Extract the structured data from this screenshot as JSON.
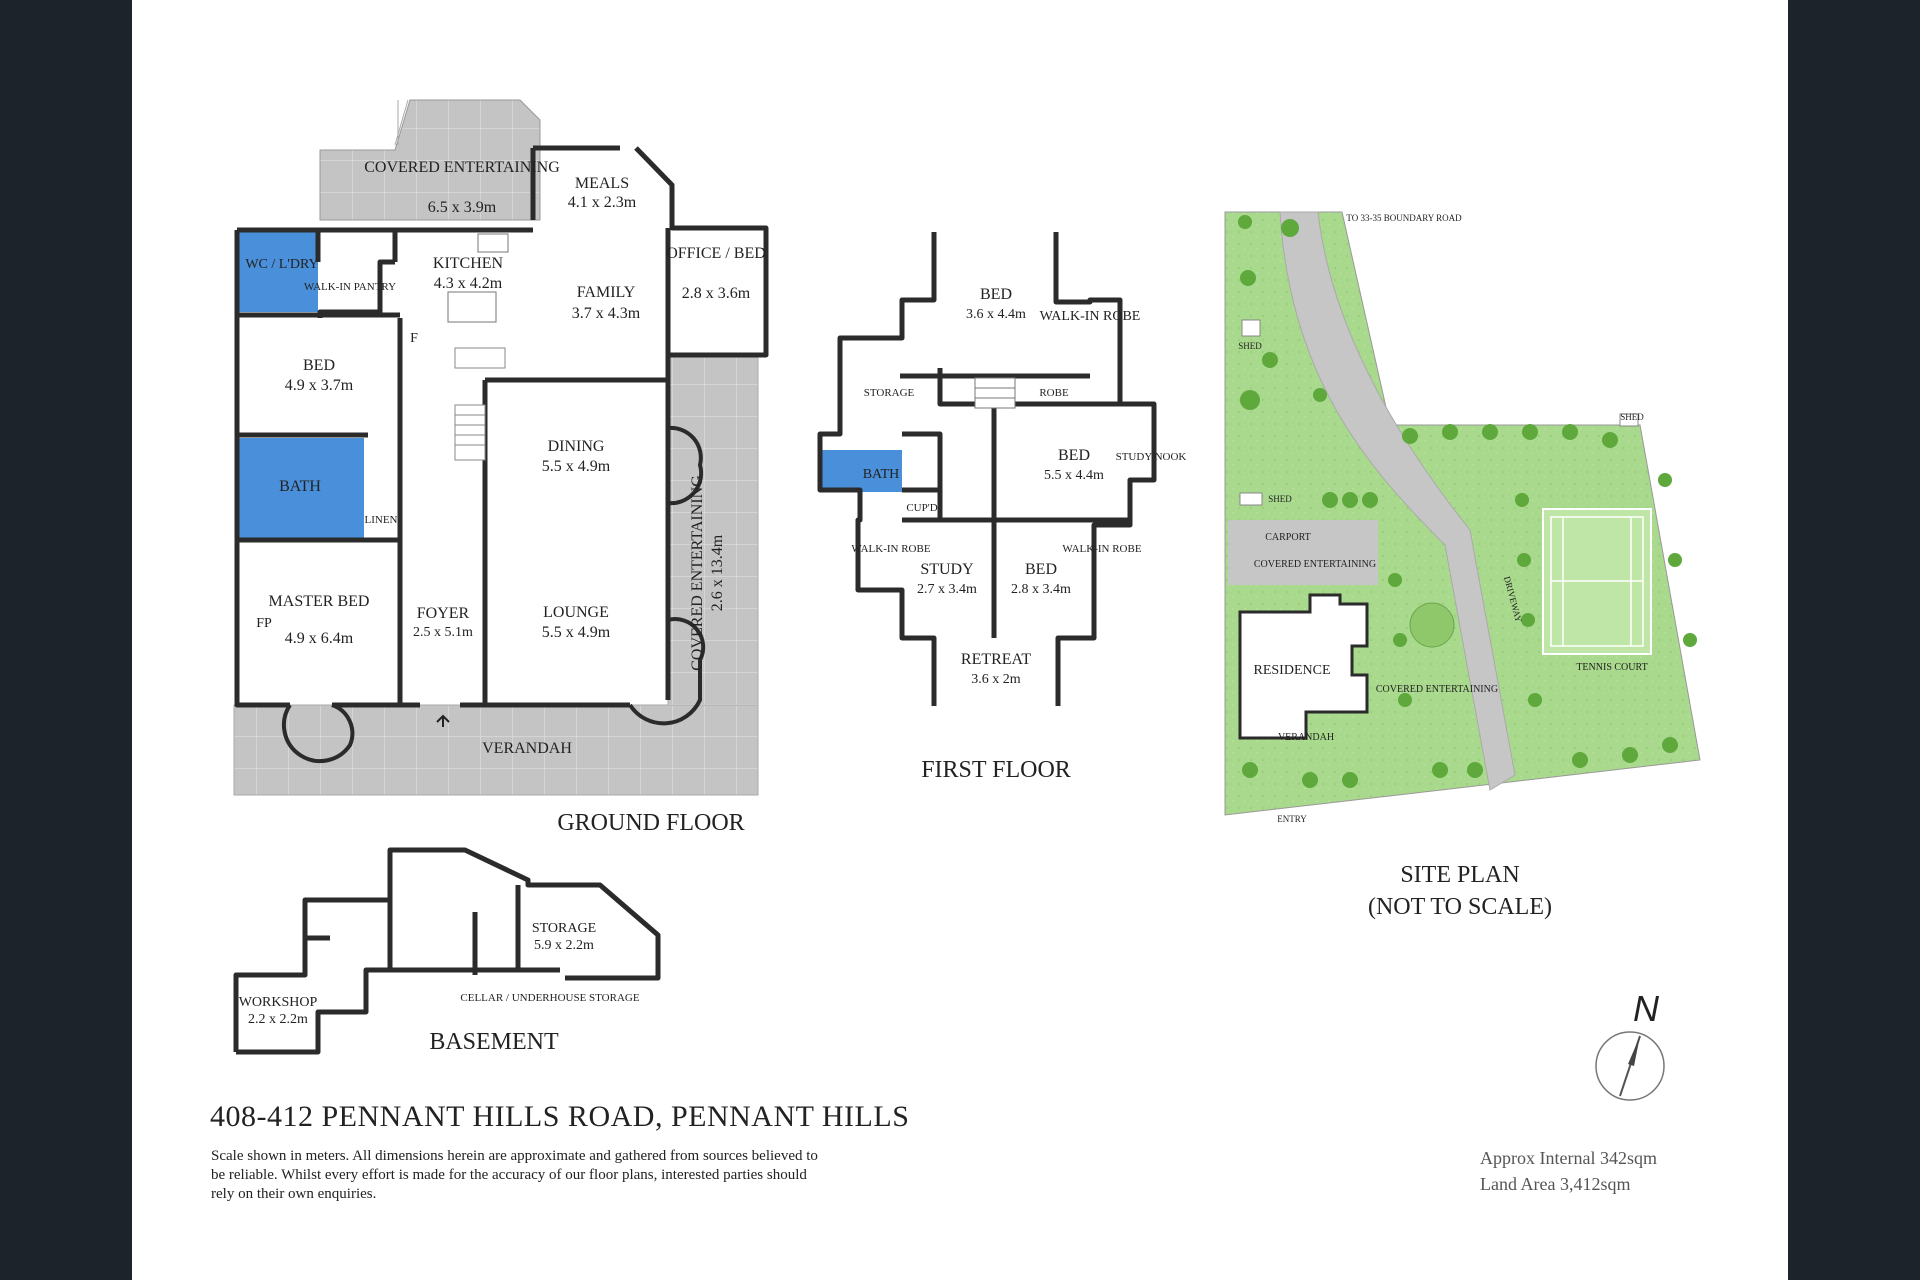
{
  "address": "408-412 PENNANT HILLS ROAD, PENNANT HILLS",
  "disclaimer": "Scale shown in meters. All dimensions herein are approximate and gathered from sources believed to be  reliable. Whilst every effort is made for the accuracy of our floor plans, interested parties should rely on their own enquiries.",
  "area": {
    "internal": "Approx Internal 342sqm",
    "land": "Land Area 3,412sqm"
  },
  "compass": {
    "label": "N"
  },
  "ground_floor": {
    "title": "GROUND FLOOR",
    "rooms": {
      "covered_entertaining": {
        "name": "COVERED ENTERTAINING",
        "dims": "6.5 x 3.9m"
      },
      "meals": {
        "name": "MEALS",
        "dims": "4.1 x 2.3m"
      },
      "wc": {
        "name": "WC / L'DRY"
      },
      "walkin_pantry": {
        "name": "WALK-IN PANTRY"
      },
      "kitchen": {
        "name": "KITCHEN",
        "dims": "4.3 x 4.2m"
      },
      "family": {
        "name": "FAMILY",
        "dims": "3.7 x 4.3m"
      },
      "office": {
        "name": "OFFICE / BED",
        "dims": "2.8 x 3.6m"
      },
      "fridge": {
        "name": "F"
      },
      "bed": {
        "name": "BED",
        "dims": "4.9 x 3.7m"
      },
      "dining": {
        "name": "DINING",
        "dims": "5.5 x 4.9m"
      },
      "bath": {
        "name": "BATH"
      },
      "linen": {
        "name": "LINEN"
      },
      "covered_entertaining_side": {
        "name": "COVERED ENTERTAINING",
        "dims": "2.6 x 13.4m"
      },
      "master": {
        "name": "MASTER BED",
        "dims": "4.9 x 6.4m"
      },
      "fp": {
        "name": "FP"
      },
      "foyer": {
        "name": "FOYER",
        "dims": "2.5 x 5.1m"
      },
      "lounge": {
        "name": "LOUNGE",
        "dims": "5.5 x 4.9m"
      },
      "verandah": {
        "name": "VERANDAH"
      }
    }
  },
  "first_floor": {
    "title": "FIRST FLOOR",
    "rooms": {
      "bed1": {
        "name": "BED",
        "dims": "3.6 x 4.4m"
      },
      "walkin_robe1": {
        "name": "WALK-IN ROBE"
      },
      "storage": {
        "name": "STORAGE"
      },
      "robe": {
        "name": "ROBE"
      },
      "bath": {
        "name": "BATH"
      },
      "bed2": {
        "name": "BED",
        "dims": "5.5 x 4.4m"
      },
      "study_nook": {
        "name": "STUDY NOOK"
      },
      "cupd": {
        "name": "CUP'D"
      },
      "walkin_robe2": {
        "name": "WALK-IN ROBE"
      },
      "walkin_robe3": {
        "name": "WALK-IN ROBE"
      },
      "study": {
        "name": "STUDY",
        "dims": "2.7 x 3.4m"
      },
      "bed3": {
        "name": "BED",
        "dims": "2.8 x 3.4m"
      },
      "retreat": {
        "name": "RETREAT",
        "dims": "3.6 x 2m"
      }
    }
  },
  "basement": {
    "title": "BASEMENT",
    "rooms": {
      "storage": {
        "name": "STORAGE",
        "dims": "5.9 x 2.2m"
      },
      "cellar": {
        "name": "CELLAR / UNDERHOUSE STORAGE"
      },
      "workshop": {
        "name": "WORKSHOP",
        "dims": "2.2 x 2.2m"
      }
    }
  },
  "site_plan": {
    "title": "SITE PLAN",
    "subtitle": "(NOT TO SCALE)",
    "labels": {
      "to_road": "TO 33-35 BOUNDARY ROAD",
      "shed1": "SHED",
      "shed2": "SHED",
      "shed3": "SHED",
      "carport": "CARPORT",
      "covered_entertaining1": "COVERED ENTERTAINING",
      "residence": "RESIDENCE",
      "covered_entertaining2": "COVERED ENTERTAINING",
      "driveway": "DRIVEWAY",
      "tennis": "TENNIS COURT",
      "verandah": "VERANDAH",
      "entry": "ENTRY"
    }
  },
  "colors": {
    "wet_area": "#4a8fd9",
    "paving": "#bdbdbd",
    "lawn": "#a8d88a",
    "wall": "#2b2b2b"
  }
}
